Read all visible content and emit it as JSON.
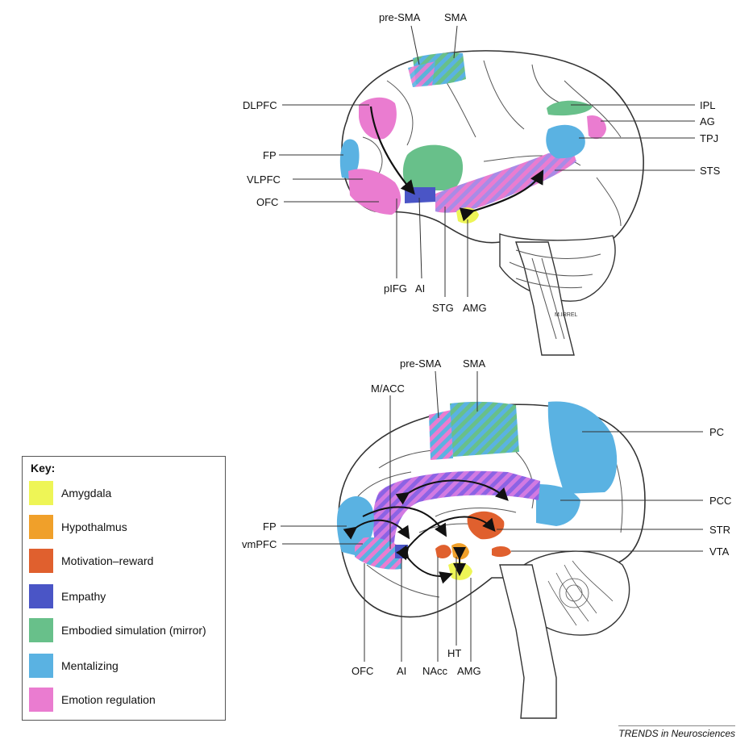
{
  "lateral": {
    "labels": {
      "pre_sma": "pre-SMA",
      "sma": "SMA",
      "dlpfc": "DLPFC",
      "fp": "FP",
      "vlpfc": "VLPFC",
      "ofc": "OFC",
      "pifg": "pIFG",
      "ai": "AI",
      "stg": "STG",
      "amg": "AMG",
      "ipl": "IPL",
      "ag": "AG",
      "tpj": "TPJ",
      "sts": "STS"
    }
  },
  "medial": {
    "labels": {
      "pre_sma": "pre-SMA",
      "sma": "SMA",
      "macc": "M/ACC",
      "pc": "PC",
      "pcc": "PCC",
      "fp": "FP",
      "vmpfc": "vmPFC",
      "str": "STR",
      "vta": "VTA",
      "ofc": "OFC",
      "ai": "AI",
      "nacc": "NAcc",
      "ht": "HT",
      "amg": "AMG"
    }
  },
  "key": {
    "title": "Key:",
    "items": [
      {
        "label": "Amygdala",
        "color": "#eef556"
      },
      {
        "label": "Hypothalmus",
        "color": "#f0a02a"
      },
      {
        "label": "Motivation–reward",
        "color": "#e0602e"
      },
      {
        "label": "Empathy",
        "color": "#4a55c6"
      },
      {
        "label": "Embodied simulation (mirror)",
        "color": "#68c08a"
      },
      {
        "label": "Mentalizing",
        "color": "#5ab2e2"
      },
      {
        "label": "Emotion regulation",
        "color": "#ea7cd0"
      }
    ]
  },
  "signature": "M.IRREL",
  "credit": "TRENDS in Neurosciences"
}
